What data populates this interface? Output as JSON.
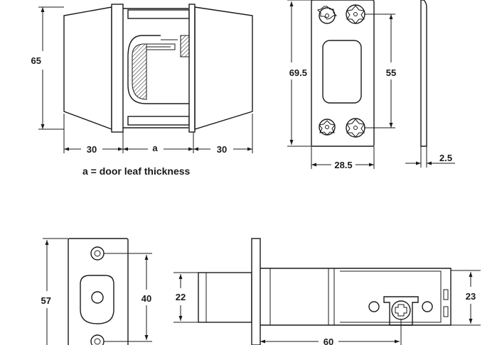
{
  "views": {
    "deadbolt_side": {
      "height_label": "65",
      "left_width_label": "30",
      "door_label": "a",
      "right_width_label": "30"
    },
    "note": "a = door leaf thickness",
    "strike_plate": {
      "height_label": "69.5",
      "hole_spacing_label": "55",
      "width_label": "28.5",
      "thickness_label": "2.5"
    },
    "latch_faceplate": {
      "height_label": "57",
      "hole_spacing_label": "40"
    },
    "latch_side": {
      "bolt_height_label": "22",
      "body_height_label": "23",
      "backset_label": "60"
    }
  }
}
